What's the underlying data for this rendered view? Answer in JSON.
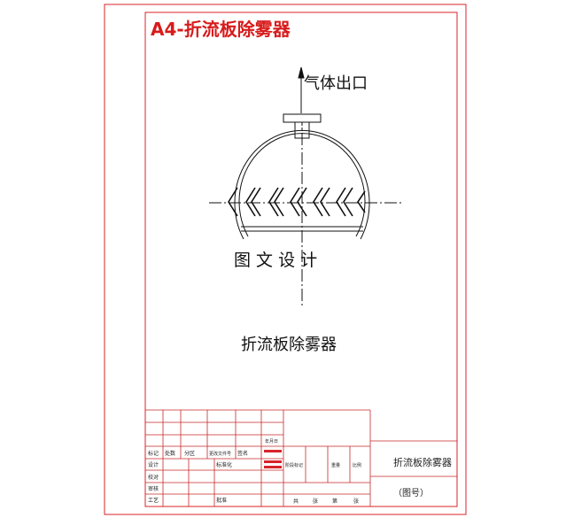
{
  "drawing": {
    "title": "A4-折流板除雾器",
    "gas_outlet_label": "气体出口",
    "watermark": "图 文 设 计",
    "caption": "折流板除雾器"
  },
  "title_block": {
    "drawing_name": "折流板除雾器",
    "drawing_number": "（图号）",
    "left_labels": [
      "标记",
      "处数",
      "分区",
      "更改文件号",
      "签名",
      "年月日",
      "设计",
      "标准化",
      "校对",
      "审核",
      "工艺",
      "批准"
    ],
    "mid_labels": [
      "阶段标记",
      "重量",
      "比例"
    ],
    "sheet_labels": [
      "共",
      "张",
      "第",
      "张"
    ]
  },
  "colors": {
    "frame": "#d8232a",
    "title": "#d81b1b",
    "line": "#111111"
  }
}
